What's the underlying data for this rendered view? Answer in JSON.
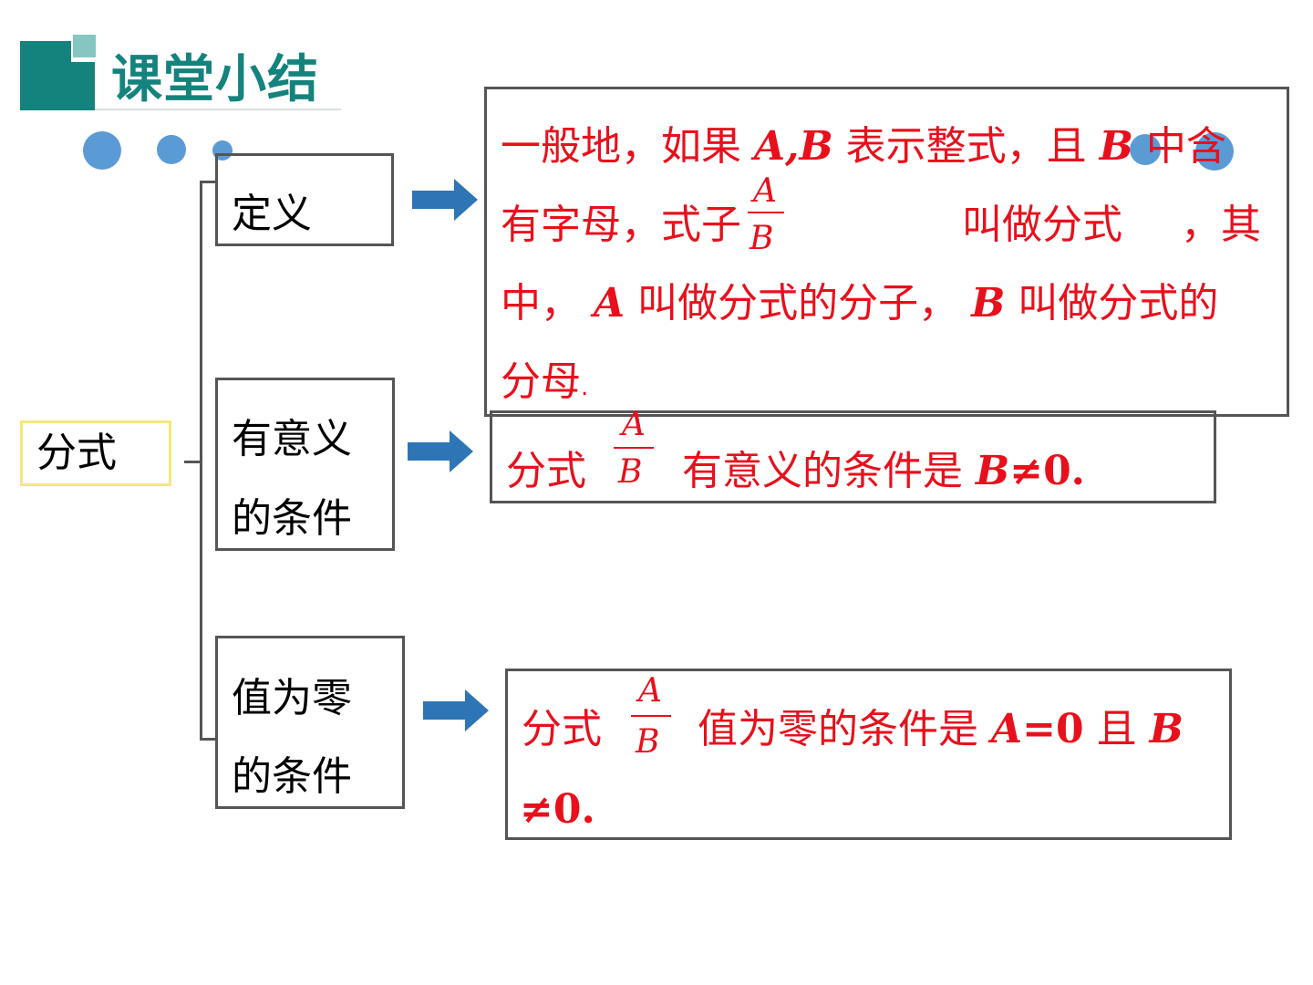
{
  "header": {
    "title": "课堂小结"
  },
  "root": {
    "label": "分式"
  },
  "categories": {
    "definition": {
      "label": "定义"
    },
    "meaningful": {
      "line1": "有意义",
      "line2": "的条件"
    },
    "zero": {
      "line1": "值为零",
      "line2": "的条件"
    }
  },
  "definition_text": {
    "line1_a": "一般地，如果",
    "line1_vars": "A,B",
    "line1_b": "表示整式，且",
    "line1_var": "B",
    "line1_c": "中含",
    "line2_a": "有字母，式子",
    "line2_b": "叫做分式",
    "line2_c": "，其",
    "line3_a": "中，",
    "line3_var_a": "A",
    "line3_b": "叫做分式的分子，",
    "line3_var_b": "B",
    "line3_c": "叫做分式的",
    "line4": "分母",
    "line4_dot": "."
  },
  "fraction": {
    "numerator": "A",
    "denominator": "B"
  },
  "meaningful_text": {
    "prefix": "分式",
    "middle": "有意义的条件是",
    "var": "B",
    "condition": "≠0."
  },
  "zero_text": {
    "prefix": "分式",
    "middle": "值为零的条件是",
    "var_a": "A",
    "eq": "=0",
    "and": "且",
    "var_b": "B",
    "condition": "≠0."
  },
  "colors": {
    "teal": "#15837d",
    "teal_light": "#86c6c0",
    "red": "#e8101c",
    "arrow": "#2e75b6",
    "dot": "#5b9bd5",
    "root_border": "#f5e878"
  },
  "icons": {
    "arrows": "arrow-right-icon",
    "dots": "circle-dot-icon"
  }
}
